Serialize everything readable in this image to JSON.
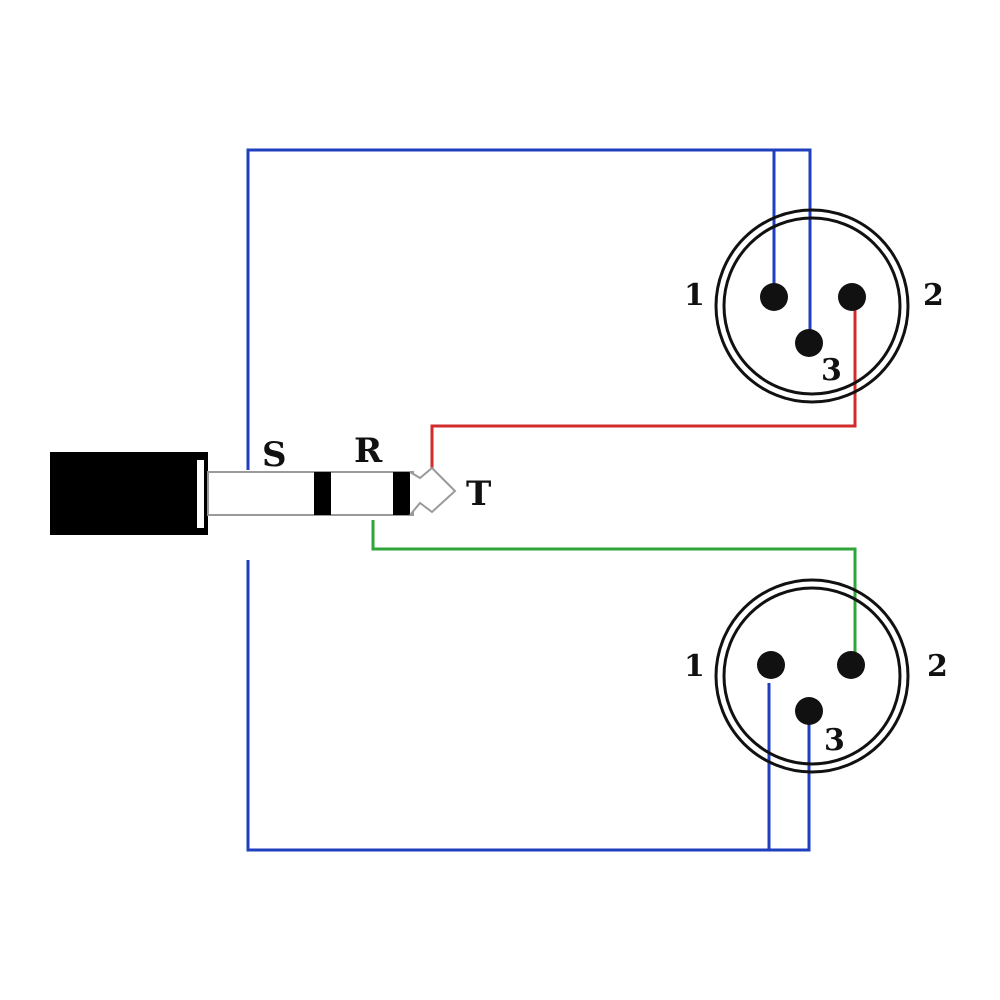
{
  "colors": {
    "ground": "#1f3fbf",
    "tip": "#d22b2b",
    "ring": "#2fa63a",
    "plug": "#000000",
    "sleeve": "#9a9a9a",
    "ink": "#111111"
  },
  "plug": {
    "sleeve_label": "S",
    "ring_label": "R",
    "tip_label": "T"
  },
  "xlr_top": {
    "pin1": "1",
    "pin2": "2",
    "pin3": "3"
  },
  "xlr_bottom": {
    "pin1": "1",
    "pin2": "2",
    "pin3": "3"
  }
}
